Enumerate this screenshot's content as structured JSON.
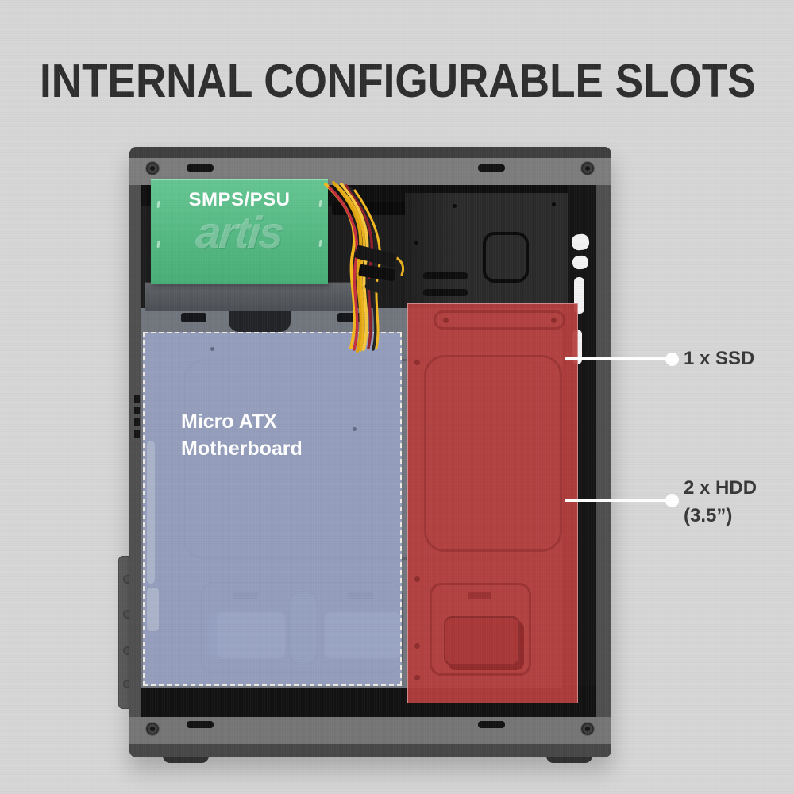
{
  "title": "INTERNAL CONFIGURABLE SLOTS",
  "colors": {
    "background": "#d6d6d6",
    "title_text": "#2e2e2e",
    "case_gray": "#4f4f4f",
    "psu_green": "#53ba82",
    "motherboard_blue": "#9aa6c6",
    "drive_bay_red": "#b43e3e",
    "callout_line": "#ffffff",
    "callout_text": "#383838",
    "overlay_label_text": "#ffffff"
  },
  "psu": {
    "label": "SMPS/PSU",
    "brand": "artis"
  },
  "motherboard": {
    "line1": "Micro ATX",
    "line2": "Motherboard"
  },
  "callouts": {
    "ssd": {
      "label": "1 x SSD"
    },
    "hdd": {
      "line1": "2 x HDD",
      "line2": "(3.5”)"
    }
  }
}
